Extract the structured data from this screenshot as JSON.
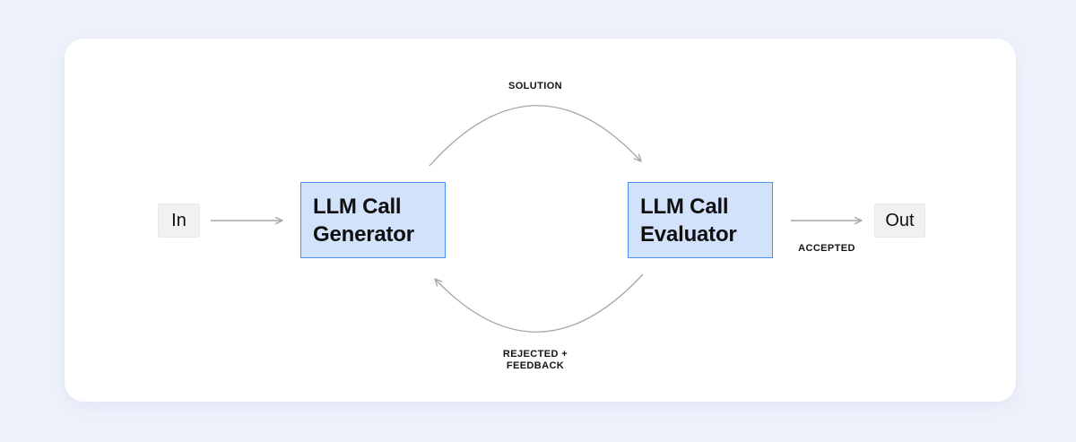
{
  "diagram": {
    "nodes": {
      "input": {
        "label": "In"
      },
      "generator": {
        "lines": [
          "LLM Call",
          "Generator"
        ]
      },
      "evaluator": {
        "lines": [
          "LLM Call",
          "Evaluator"
        ]
      },
      "output": {
        "label": "Out"
      }
    },
    "edges": {
      "solution": {
        "label": "SOLUTION"
      },
      "accepted": {
        "label": "ACCEPTED"
      },
      "rejected": {
        "lines": [
          "REJECTED +",
          "FEEDBACK"
        ]
      }
    },
    "colors": {
      "page_bg": "#edf1fb",
      "card_bg": "#ffffff",
      "node_blue_fill": "#d2e2fa",
      "node_blue_border": "#4e8ef5",
      "node_gray_fill": "#f1f1f1",
      "arrow": "#a6a6a6",
      "text": "#141414"
    }
  }
}
